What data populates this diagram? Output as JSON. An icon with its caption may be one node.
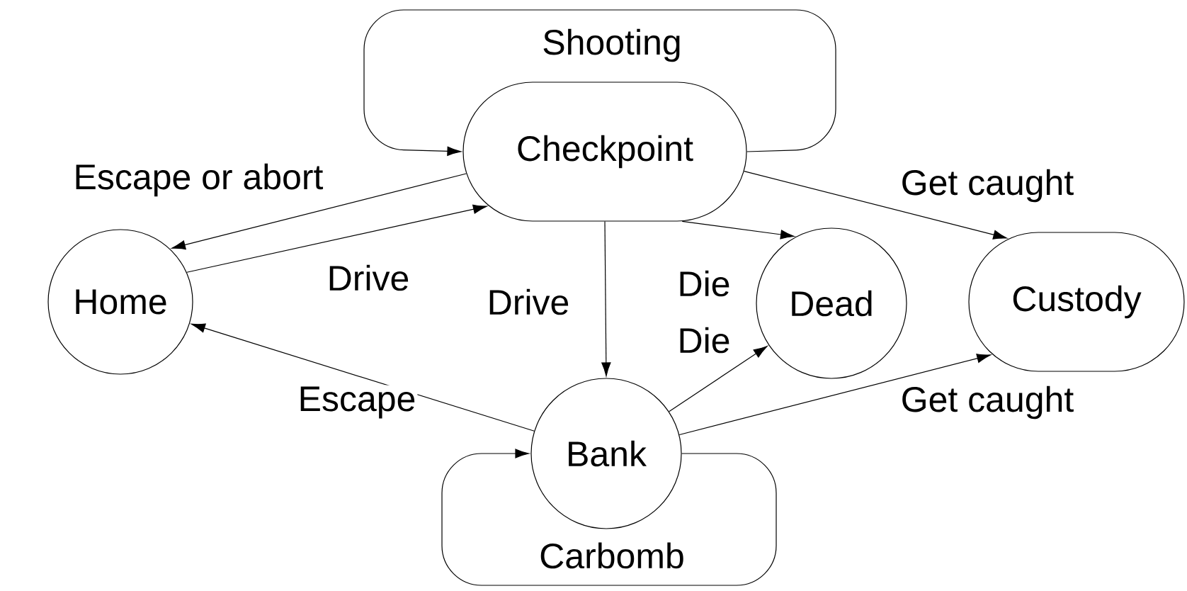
{
  "diagram": {
    "nodes": [
      {
        "text": [
          "Checkpoint"
        ]
      },
      {
        "text": [
          "Home"
        ]
      },
      {
        "text": [
          "Dead"
        ]
      },
      {
        "text": [
          "Custody"
        ]
      },
      {
        "text": [
          "Bank"
        ]
      }
    ],
    "edges": [
      {
        "from": 0,
        "to": 0,
        "arrow": "to",
        "label": "Shooting"
      },
      {
        "from": 0,
        "to": 1,
        "arrow": "to",
        "label": "Escape or abort"
      },
      {
        "from": 1,
        "to": 0,
        "arrow": "to",
        "label": "Drive"
      },
      {
        "from": 0,
        "to": 4,
        "arrow": "to",
        "label": "Drive"
      },
      {
        "from": 0,
        "to": 2,
        "arrow": "to",
        "label": "Die"
      },
      {
        "from": 0,
        "to": 3,
        "arrow": "to",
        "label": "Get caught"
      },
      {
        "from": 4,
        "to": 1,
        "arrow": "to",
        "label": "Escape"
      },
      {
        "from": 4,
        "to": 2,
        "arrow": "to",
        "label": "Die"
      },
      {
        "from": 4,
        "to": 3,
        "arrow": "to",
        "label": "Get caught"
      },
      {
        "from": 4,
        "to": 4,
        "arrow": "to",
        "label": "Carbomb"
      }
    ]
  }
}
